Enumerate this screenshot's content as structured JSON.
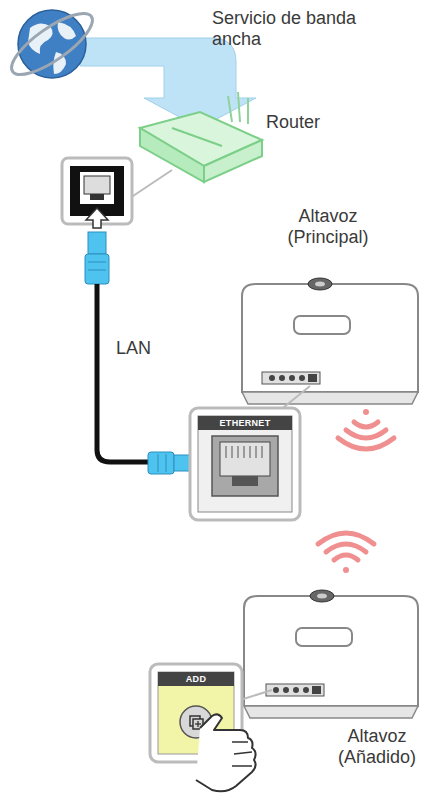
{
  "diagram": {
    "labels": [
      "Servicio de banda ancha",
      "Router",
      "Altavoz (Principal)",
      "LAN",
      "ETHERNET",
      "ADD",
      "Altavoz (Añadido)"
    ]
  }
}
